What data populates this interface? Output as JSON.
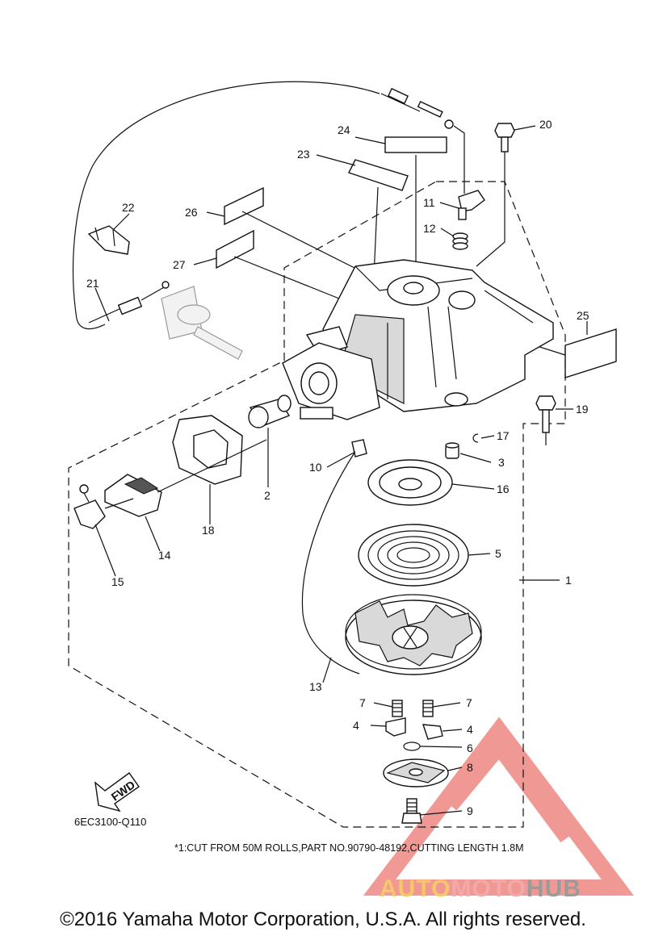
{
  "callouts": [
    {
      "id": "p1",
      "label": "1"
    },
    {
      "id": "p2",
      "label": "2"
    },
    {
      "id": "p3",
      "label": "3"
    },
    {
      "id": "p4a",
      "label": "4"
    },
    {
      "id": "p4b",
      "label": "4"
    },
    {
      "id": "p5",
      "label": "5"
    },
    {
      "id": "p6",
      "label": "6"
    },
    {
      "id": "p7a",
      "label": "7"
    },
    {
      "id": "p7b",
      "label": "7"
    },
    {
      "id": "p8",
      "label": "8"
    },
    {
      "id": "p9",
      "label": "9"
    },
    {
      "id": "p10",
      "label": "10"
    },
    {
      "id": "p11",
      "label": "11"
    },
    {
      "id": "p12",
      "label": "12"
    },
    {
      "id": "p13",
      "label": "13"
    },
    {
      "id": "p14",
      "label": "14"
    },
    {
      "id": "p15",
      "label": "15"
    },
    {
      "id": "p16",
      "label": "16"
    },
    {
      "id": "p17",
      "label": "17"
    },
    {
      "id": "p18",
      "label": "18"
    },
    {
      "id": "p19",
      "label": "19"
    },
    {
      "id": "p20",
      "label": "20"
    },
    {
      "id": "p21",
      "label": "21"
    },
    {
      "id": "p22",
      "label": "22"
    },
    {
      "id": "p23",
      "label": "23"
    },
    {
      "id": "p24",
      "label": "24"
    },
    {
      "id": "p25",
      "label": "25"
    },
    {
      "id": "p26",
      "label": "26"
    },
    {
      "id": "p27",
      "label": "27"
    }
  ],
  "fwd_label": "FWD",
  "diagram_code": "6EC3100-Q110",
  "footnote": "*1:CUT FROM 50M ROLLS,PART NO.90790-48192,CUTTING LENGTH 1.8M",
  "copyright": "©2016 Yamaha Motor Corporation, U.S.A. All rights reserved.",
  "watermark": {
    "word1": "AUTO",
    "word2": "MOTO",
    "word3": "HUB",
    "color_triangle": "#e5453e",
    "color_auto": "#f6c76a",
    "color_moto": "#f3a9a7",
    "color_hub": "#9b9b9b"
  }
}
